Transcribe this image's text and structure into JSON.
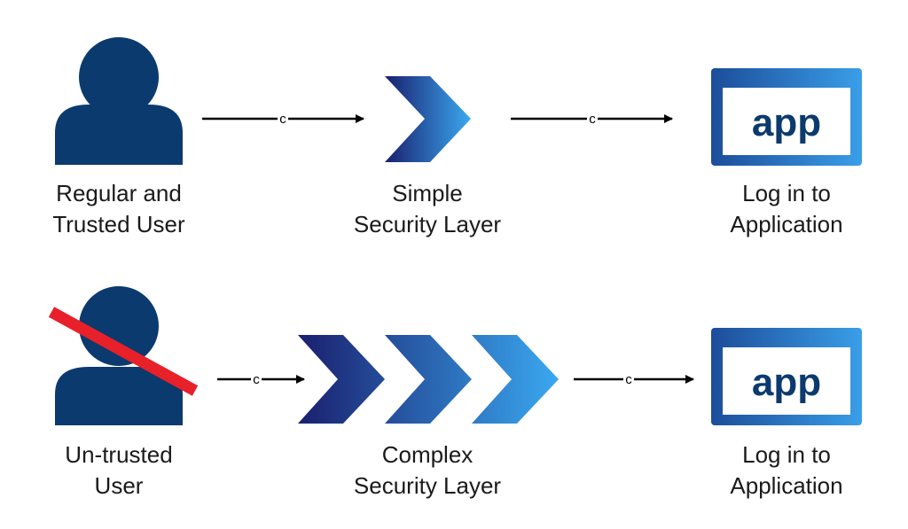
{
  "colors": {
    "user_icon": "#0b3a6e",
    "blocked_slash": "#e8202a",
    "chevron_dark": "#1a1f6e",
    "chevron_light": "#3aa8f0",
    "app_frame_dark": "#1c4d9a",
    "app_frame_light": "#3a9ee8",
    "app_text": "#0b3a6e",
    "arrow": "#000000"
  },
  "rows": [
    {
      "user": {
        "icon": "person-icon",
        "blocked": false,
        "label_lines": [
          "Regular and",
          "Trusted User"
        ]
      },
      "arrow_in": {
        "mark": "c"
      },
      "security": {
        "icon": "chevron-icon",
        "chevron_count": 1,
        "label_lines": [
          "Simple",
          "Security Layer"
        ]
      },
      "arrow_out": {
        "mark": "c"
      },
      "app": {
        "icon": "app-window-icon",
        "text": "app",
        "label_lines": [
          "Log in to",
          "Application"
        ]
      }
    },
    {
      "user": {
        "icon": "person-icon",
        "blocked": true,
        "label_lines": [
          "Un-trusted",
          "User"
        ]
      },
      "arrow_in": {
        "mark": "c"
      },
      "security": {
        "icon": "chevron-icon",
        "chevron_count": 3,
        "label_lines": [
          "Complex",
          "Security Layer"
        ]
      },
      "arrow_out": {
        "mark": "c"
      },
      "app": {
        "icon": "app-window-icon",
        "text": "app",
        "label_lines": [
          "Log in to",
          "Application"
        ]
      }
    }
  ]
}
